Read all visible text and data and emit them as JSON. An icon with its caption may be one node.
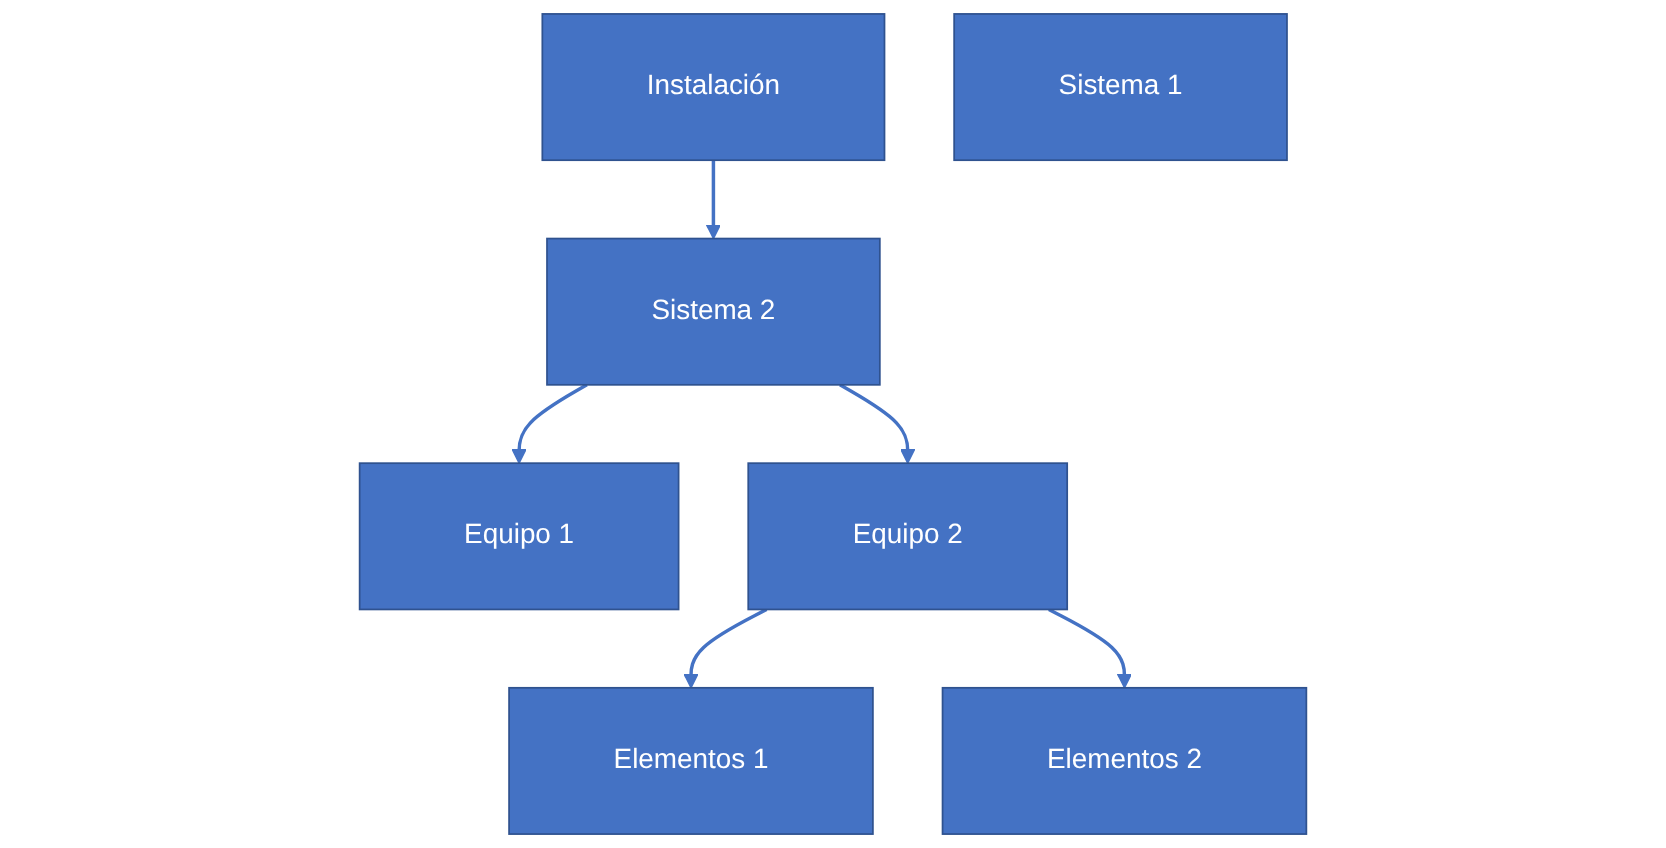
{
  "diagram": {
    "nodes": [
      {
        "text": [
          "Instalación"
        ]
      },
      {
        "text": [
          "Sistema 1"
        ]
      },
      {
        "text": [
          "Sistema 2"
        ]
      },
      {
        "text": [
          "Equipo 1"
        ]
      },
      {
        "text": [
          "Equipo 2"
        ]
      },
      {
        "text": [
          "Elementos 1"
        ]
      },
      {
        "text": [
          "Elementos 2"
        ]
      }
    ],
    "edges": [
      {
        "from": 0,
        "to": 2,
        "arrow": "to"
      },
      {
        "from": 2,
        "to": 3,
        "arrow": "to"
      },
      {
        "from": 2,
        "to": 4,
        "arrow": "to"
      },
      {
        "from": 4,
        "to": 5,
        "arrow": "to"
      },
      {
        "from": 4,
        "to": 6,
        "arrow": "to"
      }
    ]
  }
}
